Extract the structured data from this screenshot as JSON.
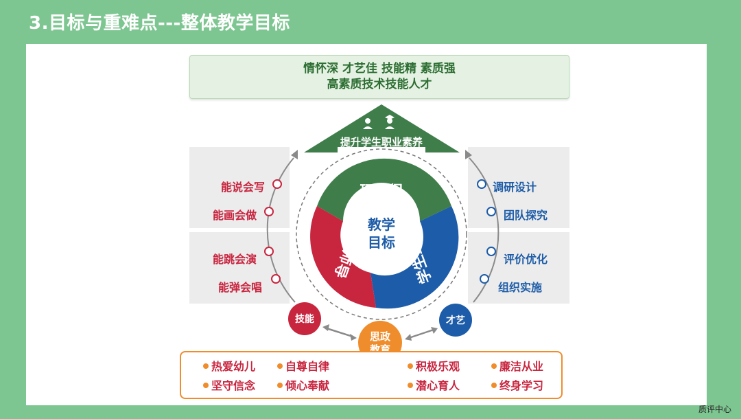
{
  "slide": {
    "title": "3.目标与重难点---整体教学目标",
    "footer": "质评中心"
  },
  "goal": {
    "line1": "情怀深 才艺佳 技能精 素质强",
    "line2": "高素质技术技能人才"
  },
  "arrow_label": "提升学生职业素养",
  "center": {
    "line1": "教学",
    "line2": "目标"
  },
  "segments": {
    "top": "环境促",
    "left": "教师导",
    "right": "学生主"
  },
  "left_items": [
    "能说会写",
    "能画会做",
    "能跳会演",
    "能弹会唱"
  ],
  "right_items": [
    "调研设计",
    "团队探究",
    "评价优化",
    "组织实施"
  ],
  "nodes": {
    "skill": "技能",
    "talent": "才艺",
    "ideology_line1": "思政",
    "ideology_line2": "教育"
  },
  "bottom_items": [
    "热爱幼儿",
    "自尊自律",
    "积极乐观",
    "廉洁从业",
    "坚守信念",
    "倾心奉献",
    "潜心育人",
    "终身学习"
  ],
  "colors": {
    "green": "#3f7d4a",
    "red": "#c8253f",
    "blue": "#1d5ca8",
    "orange": "#ef8d2c",
    "background": "#7ec691"
  }
}
